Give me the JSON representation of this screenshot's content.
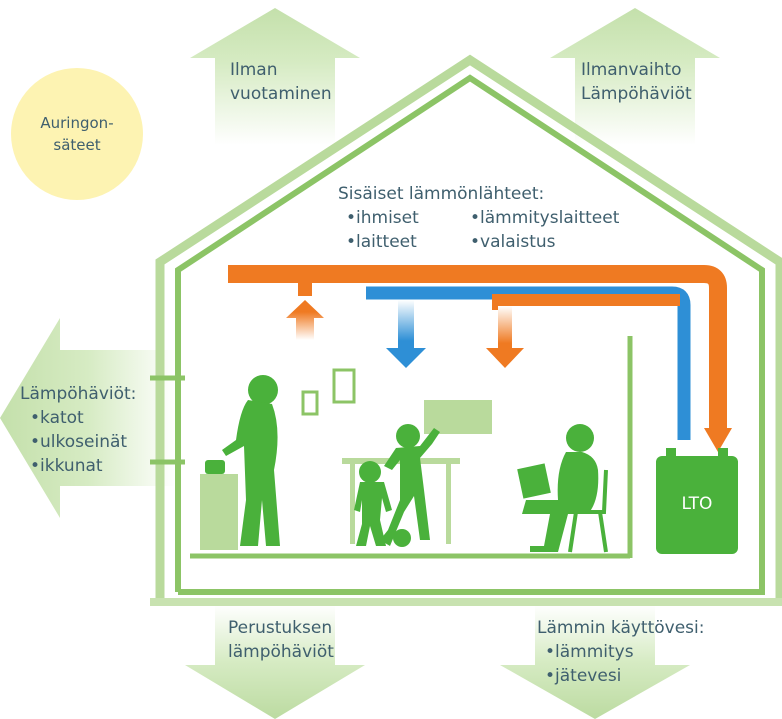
{
  "sun": {
    "label_line1": "Auringon-",
    "label_line2": "säteet"
  },
  "top_left": {
    "line1": "Ilman",
    "line2": "vuotaminen"
  },
  "top_right": {
    "line1": "Ilmanvaihto",
    "line2": "Lämpöhäviöt"
  },
  "internal": {
    "title": "Sisäiset lämmönlähteet:",
    "col1": [
      "ihmiset",
      "laitteet"
    ],
    "col2": [
      "lämmityslaitteet",
      "valaistus"
    ]
  },
  "left": {
    "title": "Lämpöhäviöt:",
    "items": [
      "katot",
      "ulkoseinät",
      "ikkunat"
    ]
  },
  "bottom_left": {
    "line1": "Perustuksen",
    "line2": "lämpöhäviöt"
  },
  "bottom_right": {
    "title": "Lämmin käyttövesi:",
    "items": [
      "lämmitys",
      "jätevesi"
    ]
  },
  "unit": {
    "label": "LTO"
  },
  "colors": {
    "green_light": "#cfe5b8",
    "green_house": "#8cc466",
    "green_figure": "#4ab13b",
    "orange": "#ef7a22",
    "blue": "#2e8fd6",
    "sun": "#fdf3b2",
    "text": "#3f5f6e"
  }
}
